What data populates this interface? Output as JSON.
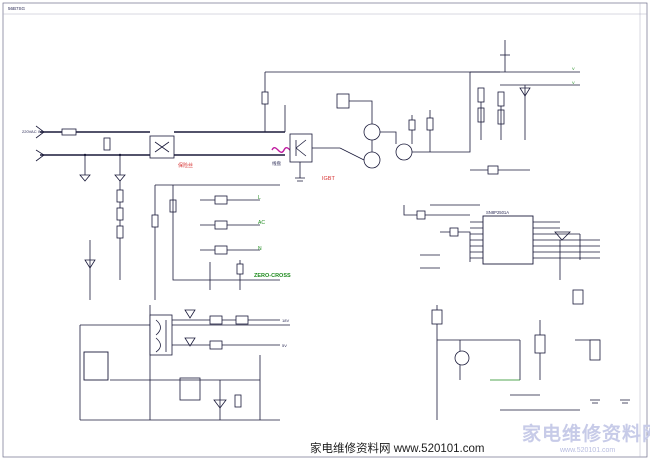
{
  "title_block": {
    "code": "56B7SG"
  },
  "labels": {
    "power_in": "220VAC IN",
    "fuse_label": "保险丝",
    "igbt": "IGBT",
    "zero_cross": "ZERO-CROSS",
    "net_l": "L",
    "net_ac": "AC",
    "net_n": "N",
    "coil": "线盘",
    "mcu": "SN8P2501A",
    "vcc_18v": "18V",
    "vcc_5v": "5V"
  },
  "footer": {
    "text": "家电维修资料网 www.520101.com"
  },
  "watermark": {
    "text": "家电维修资料网",
    "sub": "www.520101.com"
  },
  "colors": {
    "wire": "#1a1a3a",
    "highlight_red": "#d63030",
    "net_green": "#1d8a1d",
    "coil_magenta": "#c01aa0",
    "watermark": "#c7cbe8"
  }
}
